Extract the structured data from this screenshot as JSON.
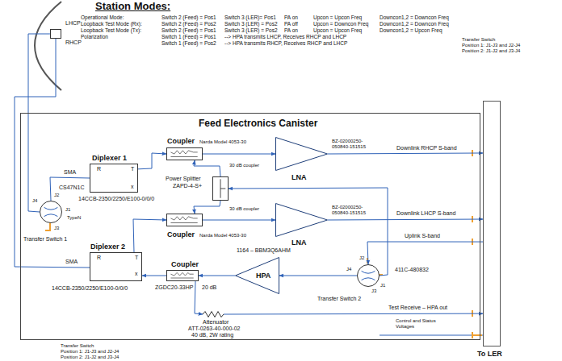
{
  "diagram": {
    "title": "Station Modes:",
    "nodes": [
      {
        "text": [
          "LHCP",
          "RHCP"
        ]
      },
      {
        "text": [
          "Feed Electronics Canister"
        ]
      },
      {
        "text": [
          "Diplexer 1",
          "R",
          "T",
          "x",
          "14CCB-2350/2250/E100-0/0/0"
        ],
        "in": 1
      },
      {
        "text": [
          "Coupler",
          "Narda Model 4053-30",
          "30 dB coupler"
        ],
        "in": 1
      },
      {
        "text": [
          "Power Splitter",
          "ZAPD-4-S+"
        ],
        "in": 1
      },
      {
        "text": [
          "BZ-02000250-050840-151515",
          "LNA"
        ],
        "in": 1
      },
      {
        "text": [
          "30 dB coupler",
          "Coupler",
          "Narda Model 4053-30"
        ],
        "in": 1
      },
      {
        "text": [
          "BZ-02000250-050840-151515",
          "LNA"
        ],
        "in": 1
      },
      {
        "text": [
          "CS47N1C",
          "J2",
          "J1",
          "J4",
          "J3",
          "TypeN",
          "Transfer Switch 1"
        ],
        "in": 1
      },
      {
        "text": [
          "1164 – BBM3Q6AHM",
          "HPA"
        ],
        "in": 1
      },
      {
        "text": [
          "411C-480832",
          "J2",
          "J4",
          "J1",
          "J3",
          "Transfer Switch 2"
        ],
        "in": 1
      },
      {
        "text": [
          "Diplexer 2",
          "R",
          "T",
          "x",
          "14CCB-2350/2250/E100-0/0/0"
        ],
        "in": 1
      },
      {
        "text": [
          "Coupler",
          "ZGDC20-33HP",
          "20 dB"
        ],
        "in": 1
      },
      {
        "text": [
          "Attenuator",
          "ATT-0263-40-000-02",
          "40 dB, 2W rating"
        ],
        "in": 1
      },
      {
        "text": [
          "To LER"
        ]
      }
    ],
    "edges": [
      {
        "from": 0,
        "to": 8,
        "arrow": "none"
      },
      {
        "from": 0,
        "to": 11,
        "arrow": "none",
        "label": "SMA"
      },
      {
        "from": 8,
        "to": 2,
        "arrow": "none",
        "label": "SMA"
      },
      {
        "from": 2,
        "to": 3,
        "arrow": "to"
      },
      {
        "from": 3,
        "to": 5,
        "arrow": "to"
      },
      {
        "from": 4,
        "to": 3,
        "arrow": "to"
      },
      {
        "from": 4,
        "to": 6,
        "arrow": "to"
      },
      {
        "from": 6,
        "to": 7,
        "arrow": "to"
      },
      {
        "from": 11,
        "to": 6,
        "arrow": "to"
      },
      {
        "from": 5,
        "to": 14,
        "arrow": "to",
        "label": "Downlink RHCP S-band"
      },
      {
        "from": 7,
        "to": 14,
        "arrow": "to",
        "label": "Downlink LHCP S-band"
      },
      {
        "from": 14,
        "to": 10,
        "arrow": "to",
        "label": "Uplink S-band"
      },
      {
        "from": 10,
        "to": 4,
        "arrow": "to"
      },
      {
        "from": 10,
        "to": 9,
        "arrow": "to"
      },
      {
        "from": 9,
        "to": 12,
        "arrow": "to"
      },
      {
        "from": 12,
        "to": 11,
        "arrow": "to"
      },
      {
        "from": 12,
        "to": 13,
        "arrow": "to"
      },
      {
        "from": 13,
        "to": 14,
        "arrow": "to",
        "label": "Test Receive – HPA out"
      }
    ],
    "labels": [
      "Operational Mode:",
      "Switch 2 (Feed) = Pos1",
      "Switch 3 (LER)= Pos1",
      "PA on",
      "Upcon = Upcon Freq",
      "Downcon1,2 = Downcon Freq",
      "Loopback Test Mode (Rx):",
      "Switch 2 (Feed) = Pos2",
      "Switch 3 (LER) = Pos2",
      "PA off",
      "Upcon = Downcon Freq",
      "Downcon1,2 = Downcon Freq",
      "Loopback Test Mode (Tx):",
      "Switch 2 (Feed) = Pos1",
      "Switch 3 (LER) = Pos2",
      "PA on",
      "Upcon = Upcon Freq",
      "Downcon1,2 = Upcon Freq",
      "Polarization",
      "Switch 1 (Feed) = Pos1",
      "--> HPA transmits LHCP, Receives RHCP and LHCP",
      "Switch 1 (Feed) = Pos2",
      "--> HPA transmits RHCP, Receives RHCP and LHCP",
      "Transfer Switch",
      "Position 1: J1-J3 and J2-J4",
      "Position 2: J1-J2 and J3-J4",
      "Control and Status Voltages",
      "Transfer Switch",
      "Position 1: J1-J3 and J2-J4",
      "Position 2: J1-J2 and J3-J4"
    ]
  }
}
